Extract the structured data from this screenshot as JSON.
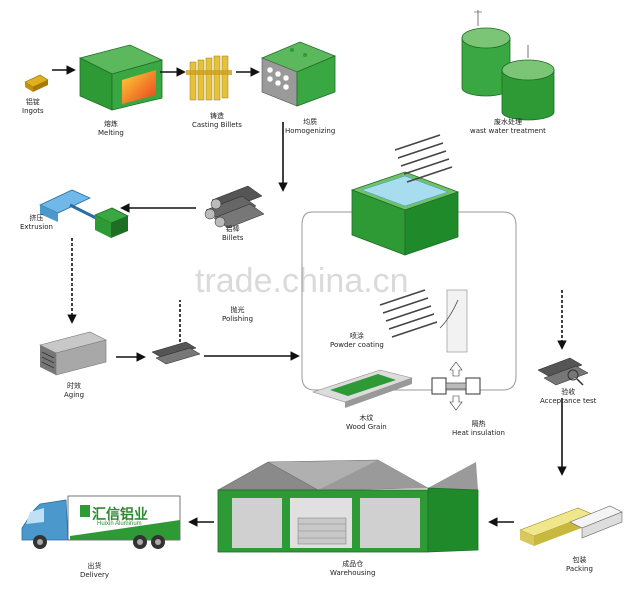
{
  "watermark": "trade.china.cn",
  "company": {
    "name_cn": "汇信铝业",
    "name_en": "Huixin Aluminum"
  },
  "steps": {
    "ingots": {
      "cn": "铝锭",
      "en": "Ingots"
    },
    "melting": {
      "cn": "熔炼",
      "en": "Melting"
    },
    "casting": {
      "cn": "铸造",
      "en": "Casting Billets"
    },
    "homogenizing": {
      "cn": "均质",
      "en": "Homogenizing"
    },
    "wastewater": {
      "cn": "废水处理",
      "en": "wast water treatment"
    },
    "billets": {
      "cn": "铝棒",
      "en": "Billets"
    },
    "extrusion": {
      "cn": "挤压",
      "en": "Extrusion"
    },
    "polishing": {
      "cn": "抛光",
      "en": "Polishing"
    },
    "powder": {
      "cn": "喷涂",
      "en": "Powder coating"
    },
    "aging": {
      "cn": "时效",
      "en": "Aging"
    },
    "woodgrain": {
      "cn": "木纹",
      "en": "Wood Grain"
    },
    "heat": {
      "cn": "隔热",
      "en": "Heat insulation"
    },
    "acceptance": {
      "cn": "验收",
      "en": "Acceptance test"
    },
    "packing": {
      "cn": "包装",
      "en": "Packing"
    },
    "warehousing": {
      "cn": "成品仓",
      "en": "Warehousing"
    },
    "delivery": {
      "cn": "出货",
      "en": "Delivery"
    }
  },
  "colors": {
    "green": "#2e9a35",
    "dark_green": "#1f6e25",
    "light_green": "#7cc576",
    "grey": "#9a9a9a",
    "arrow": "#111111"
  }
}
